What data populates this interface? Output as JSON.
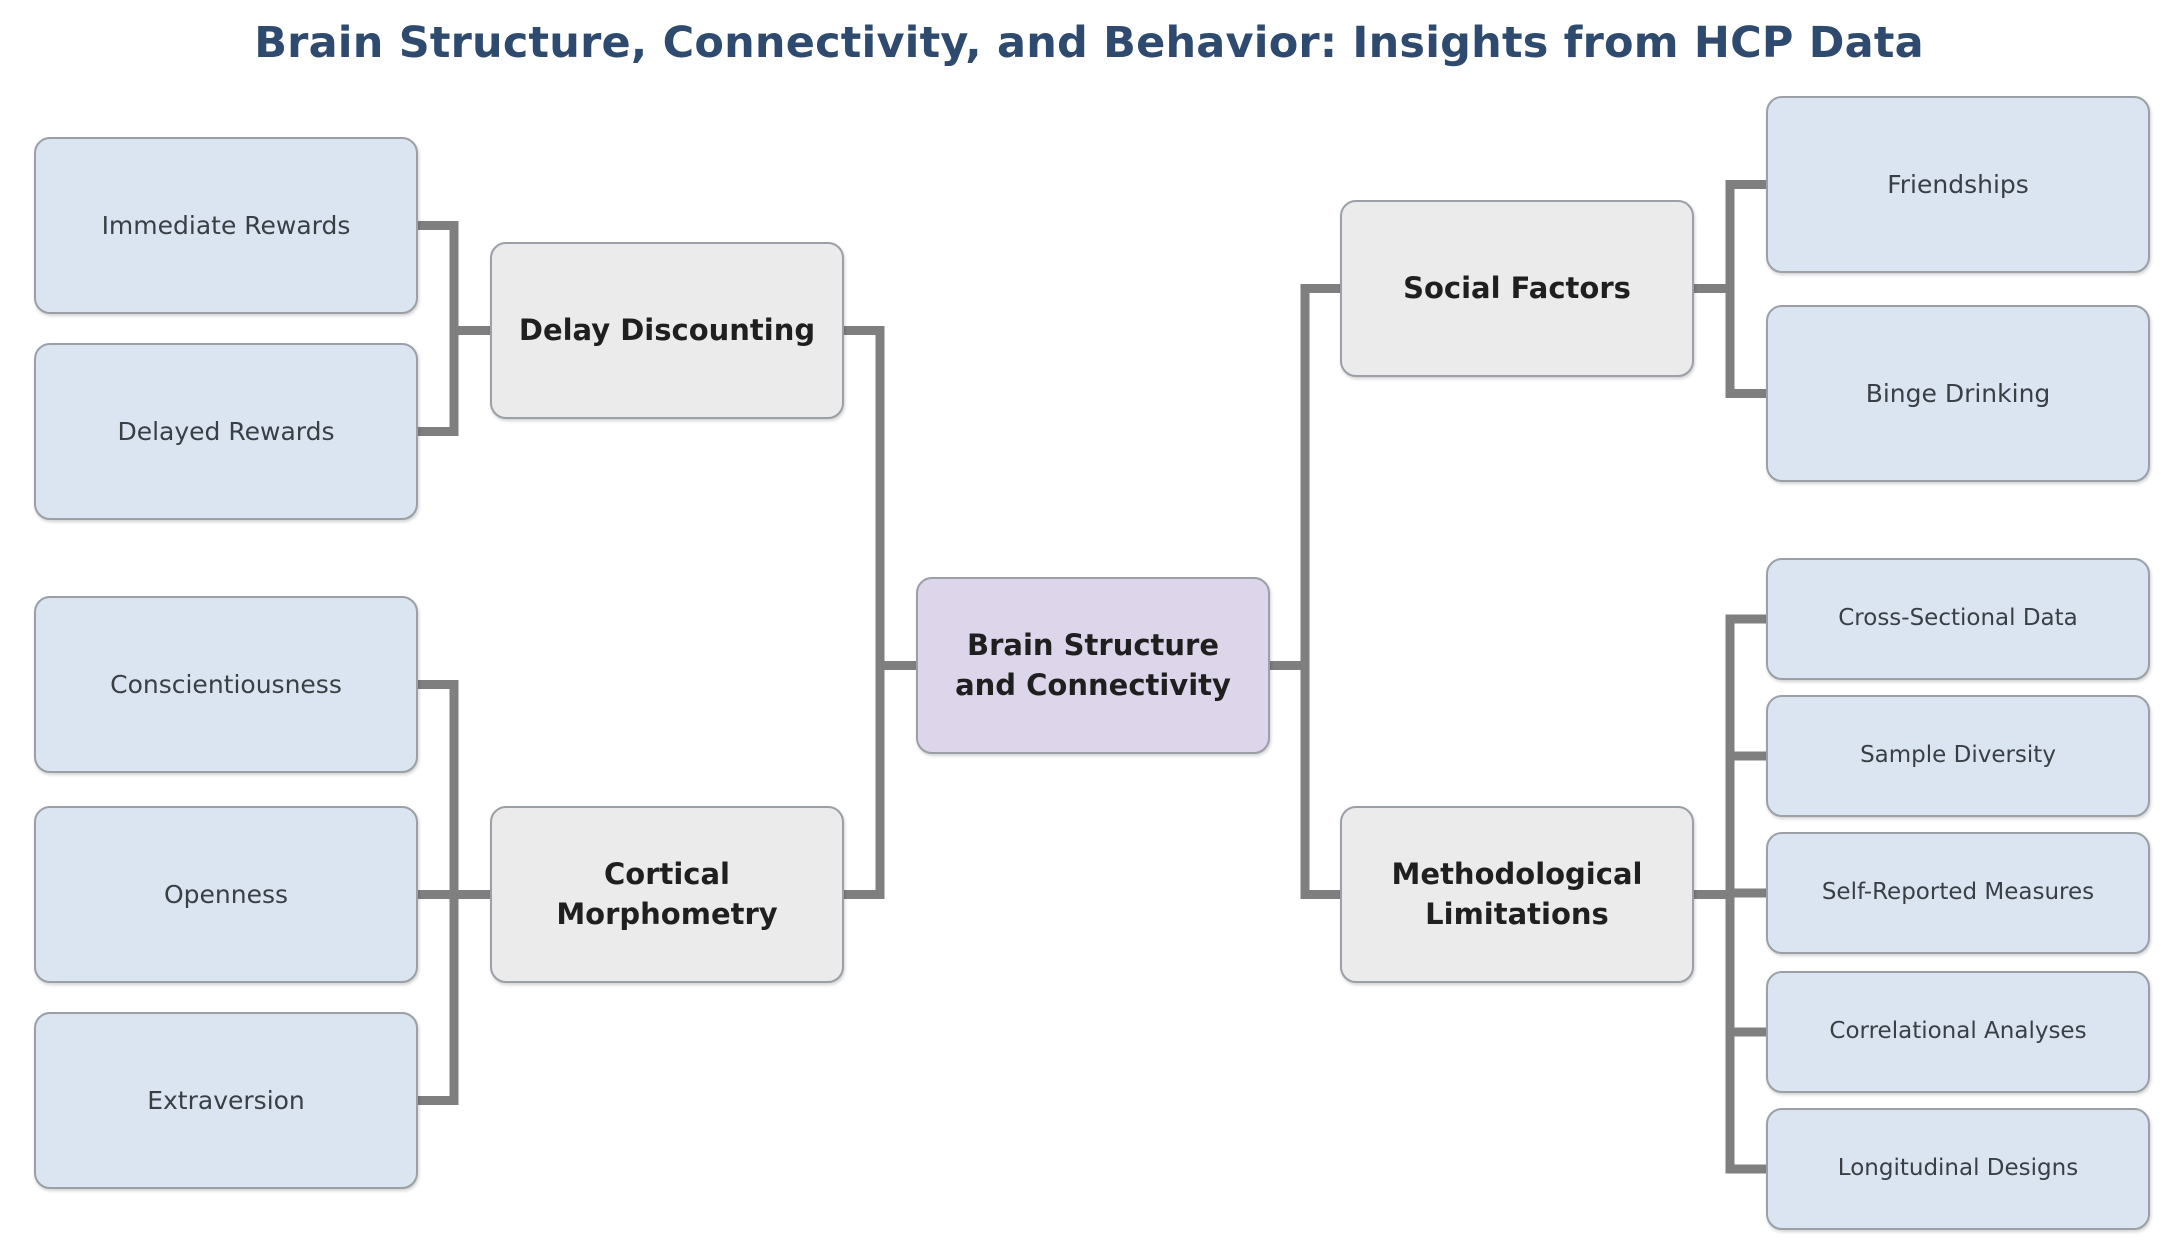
{
  "title": "Brain Structure, Connectivity, and Behavior: Insights from HCP Data",
  "colors": {
    "title": "#2e4a6e",
    "root_fill": "#ddd5ea",
    "branch_fill": "#ebebeb",
    "leaf_fill": "#dbe5f1",
    "border": "#9aa0a6",
    "connector": "#7f7f7f"
  },
  "nodes": {
    "root": "Brain Structure and Connectivity",
    "delay_discounting": "Delay Discounting",
    "immediate_rewards": "Immediate Rewards",
    "delayed_rewards": "Delayed Rewards",
    "cortical_morphometry": "Cortical Morphometry",
    "conscientiousness": "Conscientiousness",
    "openness": "Openness",
    "extraversion": "Extraversion",
    "social_factors": "Social Factors",
    "friendships": "Friendships",
    "binge_drinking": "Binge Drinking",
    "methodological_limitations": "Methodological Limitations",
    "cross_sectional_data": "Cross-Sectional Data",
    "sample_diversity": "Sample Diversity",
    "self_reported_measures": "Self-Reported Measures",
    "correlational_analyses": "Correlational Analyses",
    "longitudinal_designs": "Longitudinal Designs"
  },
  "edges": [
    [
      "root",
      "delay_discounting"
    ],
    [
      "root",
      "cortical_morphometry"
    ],
    [
      "root",
      "social_factors"
    ],
    [
      "root",
      "methodological_limitations"
    ],
    [
      "delay_discounting",
      "immediate_rewards"
    ],
    [
      "delay_discounting",
      "delayed_rewards"
    ],
    [
      "cortical_morphometry",
      "conscientiousness"
    ],
    [
      "cortical_morphometry",
      "openness"
    ],
    [
      "cortical_morphometry",
      "extraversion"
    ],
    [
      "social_factors",
      "friendships"
    ],
    [
      "social_factors",
      "binge_drinking"
    ],
    [
      "methodological_limitations",
      "cross_sectional_data"
    ],
    [
      "methodological_limitations",
      "sample_diversity"
    ],
    [
      "methodological_limitations",
      "self_reported_measures"
    ],
    [
      "methodological_limitations",
      "correlational_analyses"
    ],
    [
      "methodological_limitations",
      "longitudinal_designs"
    ]
  ]
}
